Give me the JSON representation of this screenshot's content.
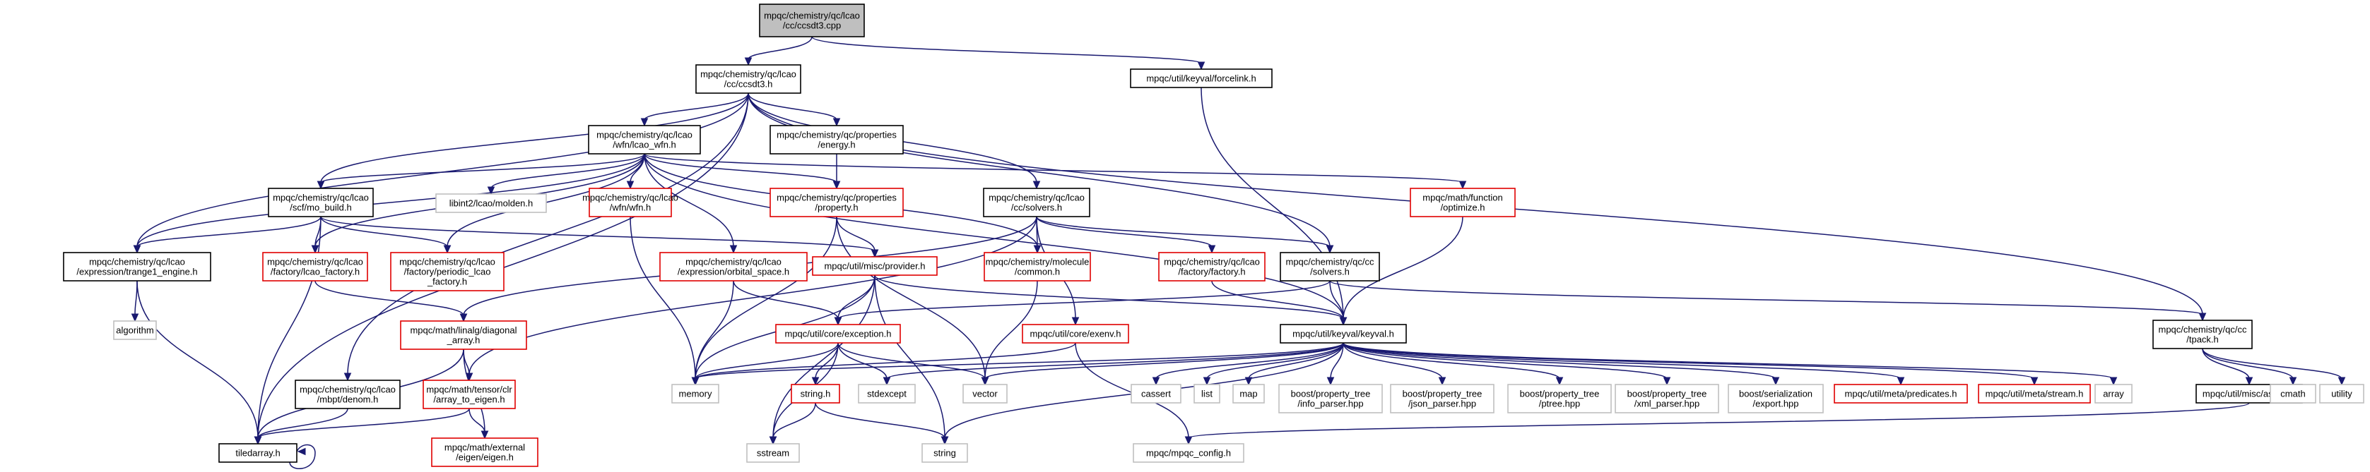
{
  "graph": {
    "nodes": [
      {
        "id": "n0",
        "label": [
          "mpqc/chemistry/qc/lcao",
          "/cc/ccsdt3.cpp"
        ],
        "style": "root"
      },
      {
        "id": "n1",
        "label": [
          "mpqc/chemistry/qc/lcao",
          "/cc/ccsdt3.h"
        ],
        "style": "black"
      },
      {
        "id": "n2",
        "label": [
          "mpqc/util/keyval/forcelink.h"
        ],
        "style": "black"
      },
      {
        "id": "n3",
        "label": [
          "mpqc/chemistry/qc/lcao",
          "/wfn/lcao_wfn.h"
        ],
        "style": "black"
      },
      {
        "id": "n4",
        "label": [
          "mpqc/chemistry/qc/properties",
          "/energy.h"
        ],
        "style": "black"
      },
      {
        "id": "n5",
        "label": [
          "mpqc/chemistry/qc/lcao",
          "/scf/mo_build.h"
        ],
        "style": "black"
      },
      {
        "id": "n6",
        "label": [
          "libint2/lcao/molden.h"
        ],
        "style": "gray"
      },
      {
        "id": "n7",
        "label": [
          "mpqc/chemistry/qc/lcao",
          "/wfn/wfn.h"
        ],
        "style": "red"
      },
      {
        "id": "n8",
        "label": [
          "mpqc/chemistry/qc/properties",
          "/property.h"
        ],
        "style": "red"
      },
      {
        "id": "n9",
        "label": [
          "mpqc/chemistry/qc/lcao",
          "/cc/solvers.h"
        ],
        "style": "black"
      },
      {
        "id": "n10",
        "label": [
          "mpqc/math/function",
          "/optimize.h"
        ],
        "style": "red"
      },
      {
        "id": "n11",
        "label": [
          "mpqc/chemistry/qc/lcao",
          "/expression/trange1_engine.h"
        ],
        "style": "black"
      },
      {
        "id": "n12",
        "label": [
          "mpqc/chemistry/qc/lcao",
          "/factory/lcao_factory.h"
        ],
        "style": "red"
      },
      {
        "id": "n13",
        "label": [
          "mpqc/chemistry/qc/lcao",
          "/factory/periodic_lcao",
          "_factory.h"
        ],
        "style": "red"
      },
      {
        "id": "n14",
        "label": [
          "mpqc/chemistry/qc/lcao",
          "/expression/orbital_space.h"
        ],
        "style": "red"
      },
      {
        "id": "n15",
        "label": [
          "mpqc/util/misc/provider.h"
        ],
        "style": "red"
      },
      {
        "id": "n16",
        "label": [
          "mpqc/chemistry/molecule",
          "/common.h"
        ],
        "style": "red"
      },
      {
        "id": "n17",
        "label": [
          "mpqc/chemistry/qc/lcao",
          "/factory/factory.h"
        ],
        "style": "red"
      },
      {
        "id": "n18",
        "label": [
          "mpqc/chemistry/qc/cc",
          "/solvers.h"
        ],
        "style": "black"
      },
      {
        "id": "n19",
        "label": [
          "algorithm"
        ],
        "style": "gray"
      },
      {
        "id": "n20",
        "label": [
          "mpqc/math/linalg/diagonal",
          "_array.h"
        ],
        "style": "red"
      },
      {
        "id": "n21",
        "label": [
          "mpqc/util/core/exception.h"
        ],
        "style": "red"
      },
      {
        "id": "n22",
        "label": [
          "mpqc/util/core/exenv.h"
        ],
        "style": "red"
      },
      {
        "id": "n23",
        "label": [
          "mpqc/util/keyval/keyval.h"
        ],
        "style": "black"
      },
      {
        "id": "n24",
        "label": [
          "mpqc/chemistry/qc/cc",
          "/tpack.h"
        ],
        "style": "black"
      },
      {
        "id": "n25",
        "label": [
          "mpqc/chemistry/qc/lcao",
          "/mbpt/denom.h"
        ],
        "style": "black"
      },
      {
        "id": "n26",
        "label": [
          "mpqc/math/tensor/clr",
          "/array_to_eigen.h"
        ],
        "style": "red"
      },
      {
        "id": "n27",
        "label": [
          "memory"
        ],
        "style": "gray"
      },
      {
        "id": "n28",
        "label": [
          "string.h"
        ],
        "style": "red"
      },
      {
        "id": "n29",
        "label": [
          "stdexcept"
        ],
        "style": "gray"
      },
      {
        "id": "n30",
        "label": [
          "vector"
        ],
        "style": "gray"
      },
      {
        "id": "n31",
        "label": [
          "cassert"
        ],
        "style": "gray"
      },
      {
        "id": "n32",
        "label": [
          "list"
        ],
        "style": "gray"
      },
      {
        "id": "n33",
        "label": [
          "map"
        ],
        "style": "gray"
      },
      {
        "id": "n34",
        "label": [
          "boost/property_tree",
          "/info_parser.hpp"
        ],
        "style": "gray"
      },
      {
        "id": "n35",
        "label": [
          "boost/property_tree",
          "/json_parser.hpp"
        ],
        "style": "gray"
      },
      {
        "id": "n36",
        "label": [
          "boost/property_tree",
          "/ptree.hpp"
        ],
        "style": "gray"
      },
      {
        "id": "n37",
        "label": [
          "boost/property_tree",
          "/xml_parser.hpp"
        ],
        "style": "gray"
      },
      {
        "id": "n38",
        "label": [
          "boost/serialization",
          "/export.hpp"
        ],
        "style": "gray"
      },
      {
        "id": "n39",
        "label": [
          "mpqc/util/meta/predicates.h"
        ],
        "style": "red"
      },
      {
        "id": "n40",
        "label": [
          "mpqc/util/meta/stream.h"
        ],
        "style": "red"
      },
      {
        "id": "n41",
        "label": [
          "array"
        ],
        "style": "gray"
      },
      {
        "id": "n42",
        "label": [
          "mpqc/util/misc/assert.h"
        ],
        "style": "black"
      },
      {
        "id": "n43",
        "label": [
          "cmath"
        ],
        "style": "gray"
      },
      {
        "id": "n44",
        "label": [
          "utility"
        ],
        "style": "gray"
      },
      {
        "id": "n45",
        "label": [
          "tiledarray.h"
        ],
        "style": "black"
      },
      {
        "id": "n46",
        "label": [
          "mpqc/math/external",
          "/eigen/eigen.h"
        ],
        "style": "red"
      },
      {
        "id": "n47",
        "label": [
          "sstream"
        ],
        "style": "gray"
      },
      {
        "id": "n48",
        "label": [
          "string"
        ],
        "style": "gray"
      },
      {
        "id": "n49",
        "label": [
          "mpqc/mpqc_config.h"
        ],
        "style": "gray"
      }
    ],
    "edges": [
      [
        "n0",
        "n1"
      ],
      [
        "n0",
        "n2"
      ],
      [
        "n1",
        "n3"
      ],
      [
        "n1",
        "n4"
      ],
      [
        "n1",
        "n5"
      ],
      [
        "n1",
        "n9"
      ],
      [
        "n1",
        "n11"
      ],
      [
        "n1",
        "n18"
      ],
      [
        "n1",
        "n24"
      ],
      [
        "n1",
        "n25"
      ],
      [
        "n1",
        "n45"
      ],
      [
        "n2",
        "n23"
      ],
      [
        "n3",
        "n5"
      ],
      [
        "n3",
        "n6"
      ],
      [
        "n3",
        "n7"
      ],
      [
        "n3",
        "n8"
      ],
      [
        "n3",
        "n11"
      ],
      [
        "n3",
        "n12"
      ],
      [
        "n3",
        "n13"
      ],
      [
        "n3",
        "n14"
      ],
      [
        "n3",
        "n16"
      ],
      [
        "n3",
        "n23"
      ],
      [
        "n3",
        "n10"
      ],
      [
        "n4",
        "n8"
      ],
      [
        "n5",
        "n11"
      ],
      [
        "n5",
        "n12"
      ],
      [
        "n5",
        "n13"
      ],
      [
        "n5",
        "n15"
      ],
      [
        "n5",
        "n45"
      ],
      [
        "n7",
        "n27"
      ],
      [
        "n8",
        "n15"
      ],
      [
        "n8",
        "n27"
      ],
      [
        "n8",
        "n30"
      ],
      [
        "n9",
        "n16"
      ],
      [
        "n9",
        "n17"
      ],
      [
        "n9",
        "n18"
      ],
      [
        "n9",
        "n20"
      ],
      [
        "n9",
        "n26"
      ],
      [
        "n9",
        "n22"
      ],
      [
        "n10",
        "n23"
      ],
      [
        "n11",
        "n19"
      ],
      [
        "n11",
        "n45"
      ],
      [
        "n12",
        "n20"
      ],
      [
        "n14",
        "n21"
      ],
      [
        "n14",
        "n27"
      ],
      [
        "n15",
        "n21"
      ],
      [
        "n15",
        "n23"
      ],
      [
        "n15",
        "n27"
      ],
      [
        "n15",
        "n47"
      ],
      [
        "n15",
        "n48"
      ],
      [
        "n16",
        "n30"
      ],
      [
        "n17",
        "n23"
      ],
      [
        "n18",
        "n21"
      ],
      [
        "n18",
        "n23"
      ],
      [
        "n18",
        "n24"
      ],
      [
        "n20",
        "n45"
      ],
      [
        "n20",
        "n26"
      ],
      [
        "n20",
        "n46"
      ],
      [
        "n21",
        "n27"
      ],
      [
        "n21",
        "n28"
      ],
      [
        "n21",
        "n29"
      ],
      [
        "n21",
        "n30"
      ],
      [
        "n21",
        "n47"
      ],
      [
        "n22",
        "n27"
      ],
      [
        "n22",
        "n49"
      ],
      [
        "n23",
        "n27"
      ],
      [
        "n23",
        "n29"
      ],
      [
        "n23",
        "n30"
      ],
      [
        "n23",
        "n31"
      ],
      [
        "n23",
        "n32"
      ],
      [
        "n23",
        "n33"
      ],
      [
        "n23",
        "n34"
      ],
      [
        "n23",
        "n35"
      ],
      [
        "n23",
        "n36"
      ],
      [
        "n23",
        "n37"
      ],
      [
        "n23",
        "n38"
      ],
      [
        "n23",
        "n39"
      ],
      [
        "n23",
        "n40"
      ],
      [
        "n23",
        "n41"
      ],
      [
        "n23",
        "n48"
      ],
      [
        "n24",
        "n42"
      ],
      [
        "n24",
        "n43"
      ],
      [
        "n24",
        "n44"
      ],
      [
        "n25",
        "n45"
      ],
      [
        "n26",
        "n45"
      ],
      [
        "n26",
        "n46"
      ],
      [
        "n28",
        "n47"
      ],
      [
        "n28",
        "n48"
      ],
      [
        "n42",
        "n49"
      ],
      [
        "n45",
        "n45"
      ]
    ]
  }
}
